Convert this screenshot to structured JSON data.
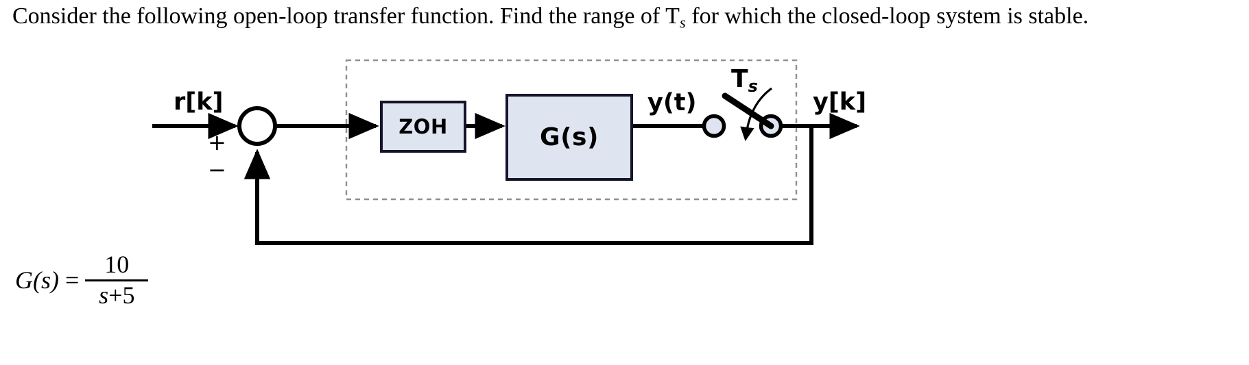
{
  "problem": {
    "line1_before_sub": "Consider the following open-loop transfer function. Find the range of T",
    "sub": "s",
    "line1_after_sub": " for which the closed-loop system is stable.",
    "full_text": "Consider the following open-loop transfer function. Find the range of Ts for which the closed-loop system is stable."
  },
  "diagram": {
    "title": "sampled-data closed-loop control block diagram",
    "blocks": [
      {
        "id": "zoh",
        "label": "ZOH"
      },
      {
        "id": "gs",
        "label": "G(s)"
      }
    ],
    "signals": {
      "reference": "r[k]",
      "continuous_output": "y(t)",
      "sampled_output": "y[k]",
      "sample_period": "T",
      "sample_period_sub": "s"
    },
    "summing_junction": {
      "positive_sign": "+",
      "negative_sign": "−"
    },
    "boundary": {
      "style": "dashed",
      "meaning": "continuous-time plant region"
    }
  },
  "transfer_function": {
    "lhs": "G(s)",
    "equals": "=",
    "numerator": "10",
    "denominator_var": "s",
    "denominator_op": "+",
    "denominator_const": "5",
    "plain": "G(s) = 10 / (s + 5)"
  },
  "colors": {
    "block_fill": "#dfe5f0",
    "block_border": "#14142b",
    "line": "#000000",
    "dashed_boundary": "#8a8a8a",
    "background": "#ffffff"
  }
}
